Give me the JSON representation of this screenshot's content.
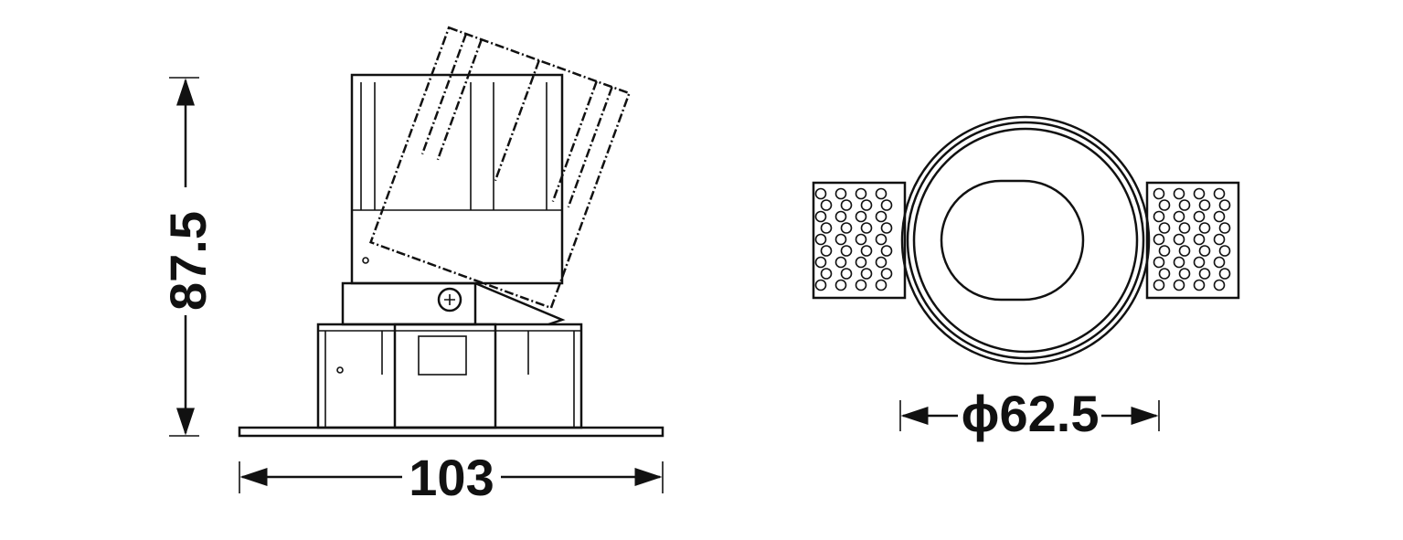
{
  "drawing": {
    "side_view": {
      "height_dimension": "87.5",
      "width_dimension": "103"
    },
    "front_view": {
      "diameter_dimension": "ϕ62.5"
    }
  }
}
